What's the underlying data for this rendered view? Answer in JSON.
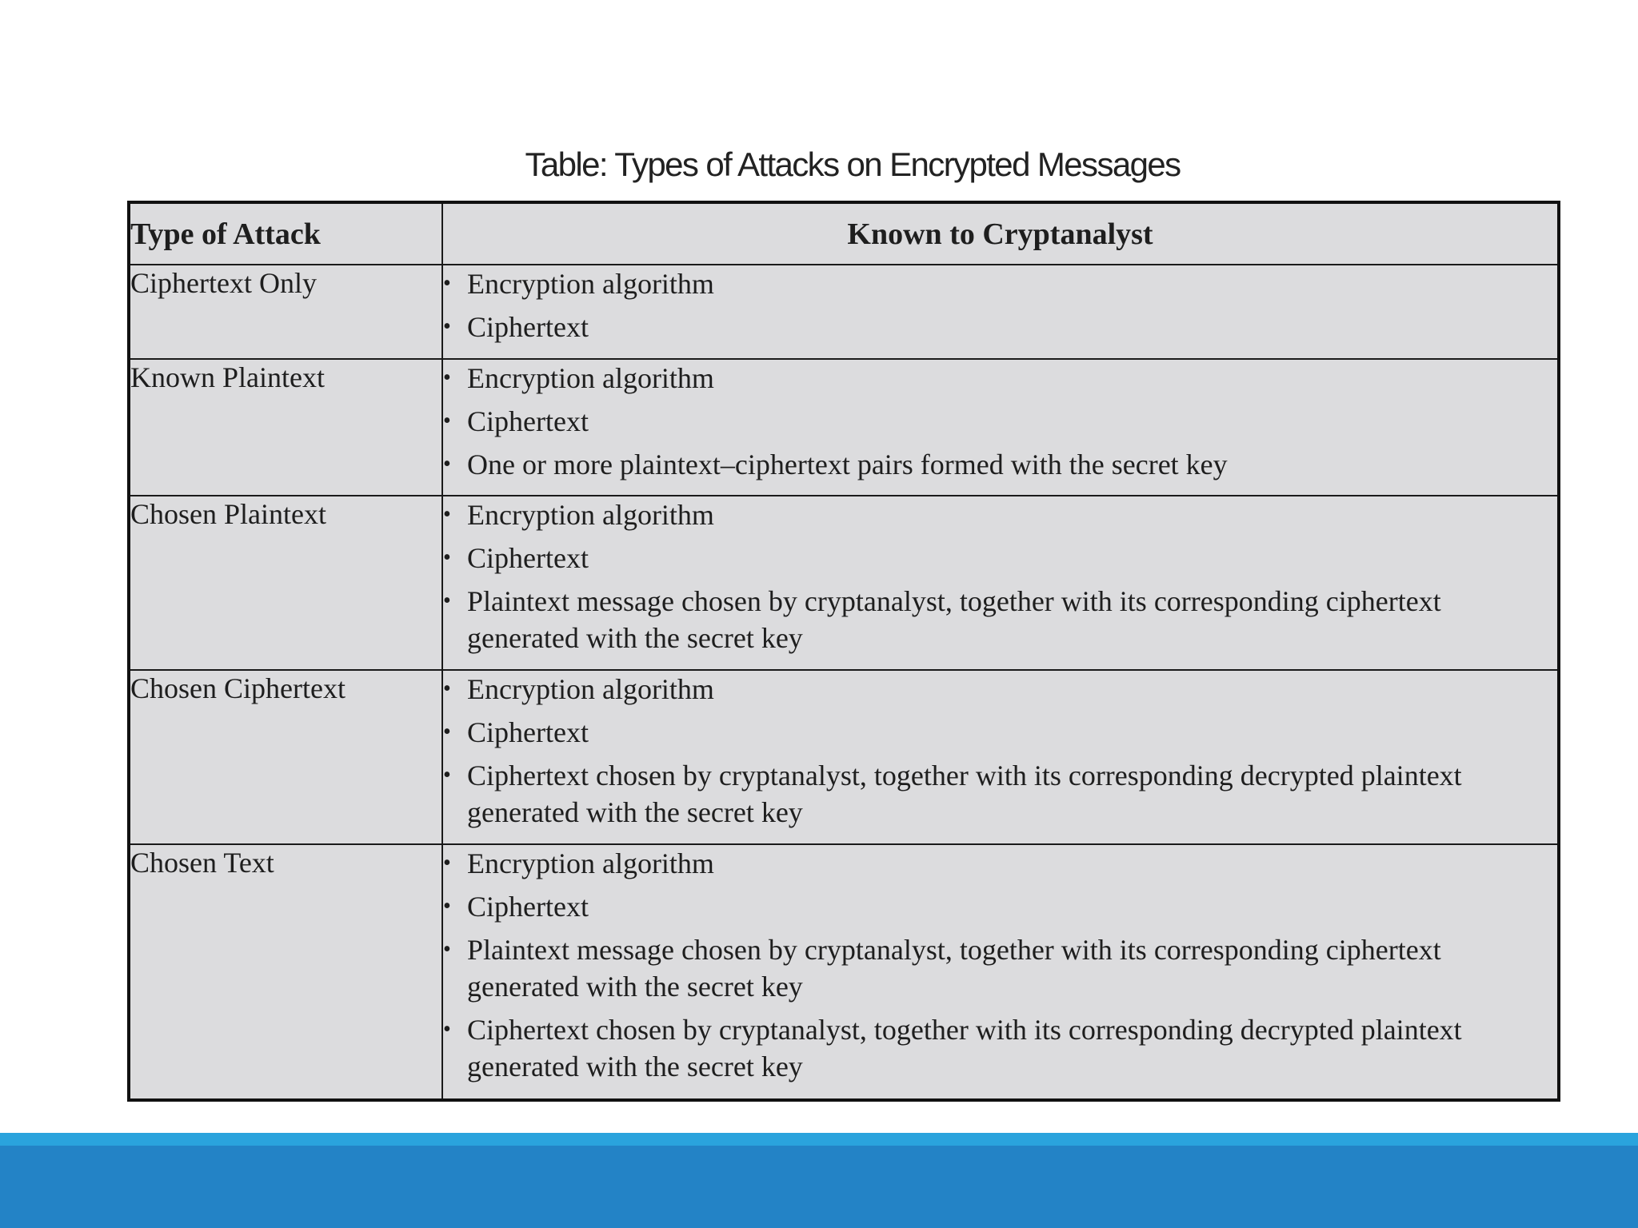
{
  "slide": {
    "title": "Table: Types of Attacks on Encrypted Messages"
  },
  "table": {
    "headers": {
      "attack": "Type of Attack",
      "known": "Known to Cryptanalyst"
    },
    "rows": [
      {
        "attack": "Ciphertext Only",
        "known": [
          "Encryption algorithm",
          "Ciphertext"
        ]
      },
      {
        "attack": "Known Plaintext",
        "known": [
          "Encryption algorithm",
          "Ciphertext",
          "One or more plaintext–ciphertext pairs formed with the secret key"
        ]
      },
      {
        "attack": "Chosen Plaintext",
        "known": [
          "Encryption algorithm",
          "Ciphertext",
          "Plaintext message chosen by cryptanalyst, together with its corresponding ciphertext generated with the secret key"
        ]
      },
      {
        "attack": "Chosen Ciphertext",
        "known": [
          "Encryption algorithm",
          "Ciphertext",
          "Ciphertext chosen by cryptanalyst, together with its corresponding decrypted plaintext generated with the secret key"
        ]
      },
      {
        "attack": "Chosen Text",
        "known": [
          "Encryption algorithm",
          "Ciphertext",
          "Plaintext message chosen by cryptanalyst, together with its corresponding ciphertext generated with the secret key",
          "Ciphertext chosen by cryptanalyst, together with its corresponding decrypted plaintext generated with the secret key"
        ]
      }
    ]
  },
  "colors": {
    "table_background": "#dcdcde",
    "footer_light": "#2aa3dd",
    "footer_dark": "#2383c6"
  },
  "icons": {
    "bullet": "bullet-dot-icon"
  }
}
